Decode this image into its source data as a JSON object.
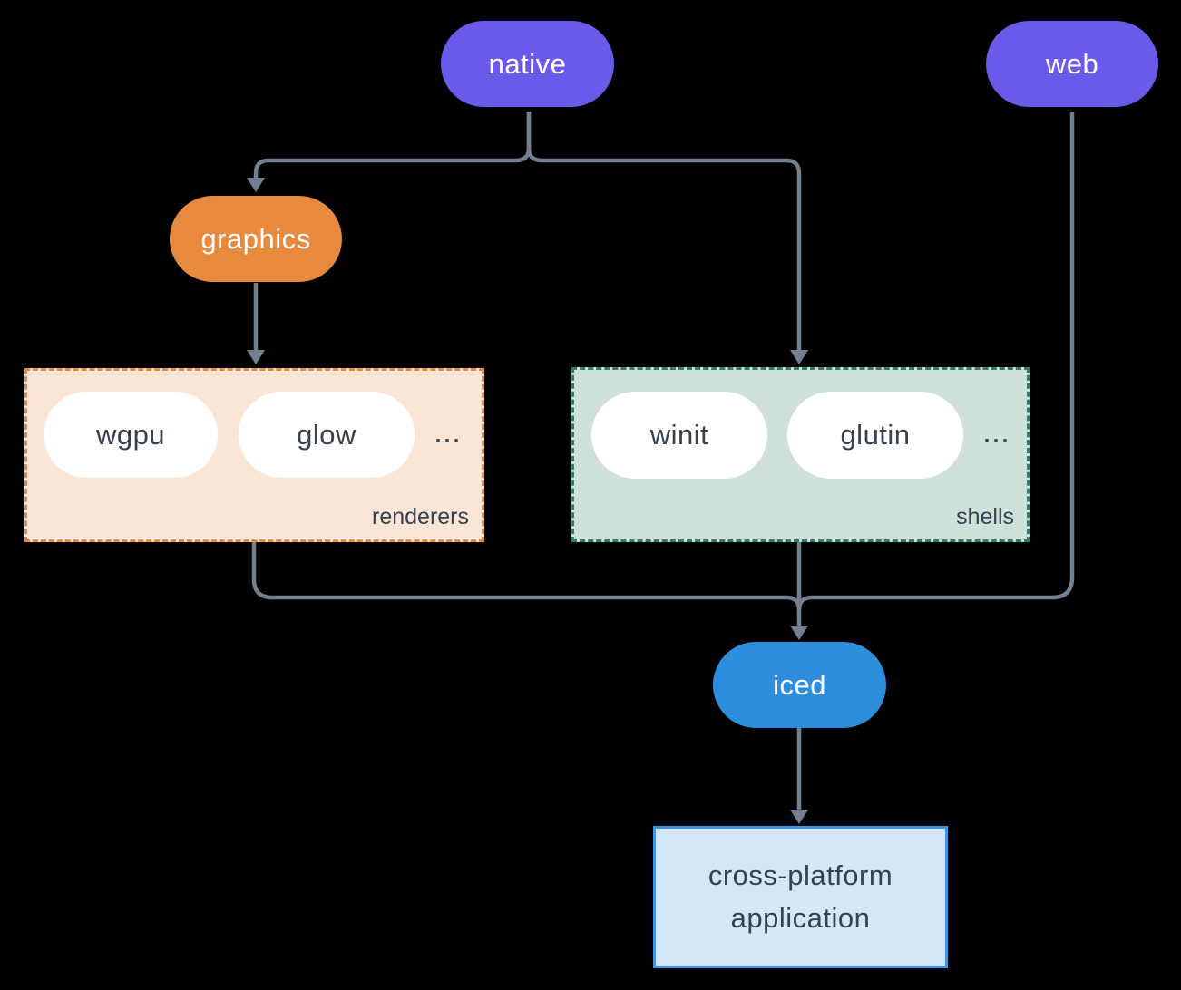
{
  "colors": {
    "background": "#000000",
    "edge": "#72808F",
    "purple": "#6A5AEA",
    "orange": "#E78A3D",
    "blue": "#2E8EDE",
    "white_pill": "#FFFFFF",
    "light_text": "#FFFFFF",
    "dark_text": "#35424F",
    "renderers_fill": "#FAE5D6",
    "renderers_border": "#E78A3D",
    "shells_fill": "#D0E0DA",
    "shells_border": "#2E7D6E",
    "app_fill": "#D4E6F7",
    "app_border": "#3E96E2"
  },
  "nodes": {
    "native": {
      "label": "native"
    },
    "web": {
      "label": "web"
    },
    "graphics": {
      "label": "graphics"
    },
    "iced": {
      "label": "iced"
    },
    "application": {
      "line1": "cross-platform",
      "line2": "application"
    }
  },
  "groups": {
    "renderers": {
      "label": "renderers",
      "ellipsis": "...",
      "items": [
        {
          "label": "wgpu"
        },
        {
          "label": "glow"
        }
      ]
    },
    "shells": {
      "label": "shells",
      "ellipsis": "...",
      "items": [
        {
          "label": "winit"
        },
        {
          "label": "glutin"
        }
      ]
    }
  }
}
